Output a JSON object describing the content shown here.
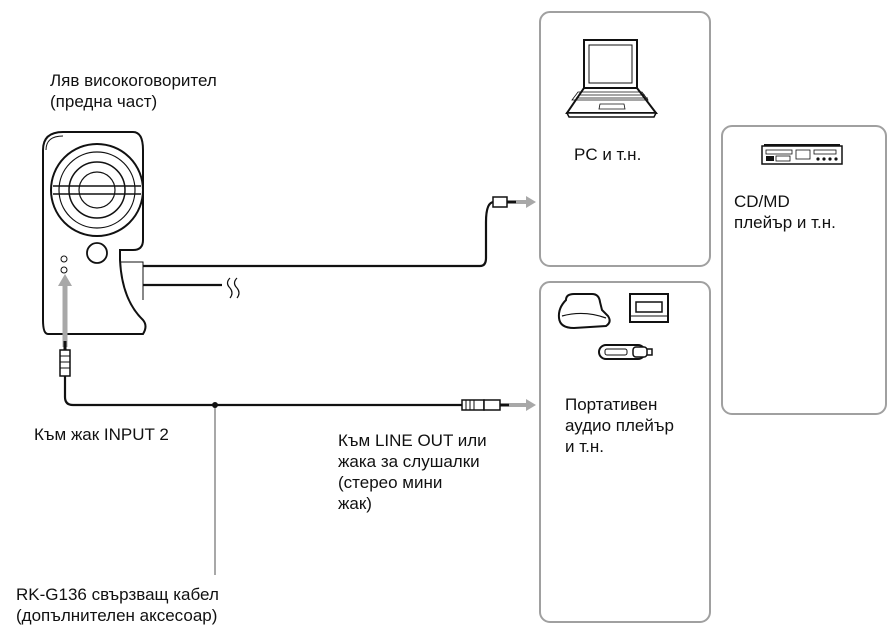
{
  "labels": {
    "speaker": "Ляв високоговорител\n(предна част)",
    "pc": "PC и т.н.",
    "cdmd": "CD/MD\nплейър и т.н.",
    "portable": "Портативен\nаудио плейър\nи т.н.",
    "input2": "Към жак INPUT 2",
    "lineout": "Към LINE OUT или\nжака за слушалки\n(стерео мини\nжак)",
    "cable": "RK-G136 свързващ кабел\n(допълнителен аксесоар)"
  },
  "icons": {
    "speaker": "speaker-icon",
    "laptop": "laptop-icon",
    "cd_deck": "cd-deck-icon",
    "md_player": "md-player-icon",
    "cd_walkman": "cd-walkman-icon",
    "usb_player": "usb-player-icon"
  },
  "colors": {
    "line": "#111111",
    "box": "#a0a0a0",
    "arrow": "#a8a8a8"
  }
}
